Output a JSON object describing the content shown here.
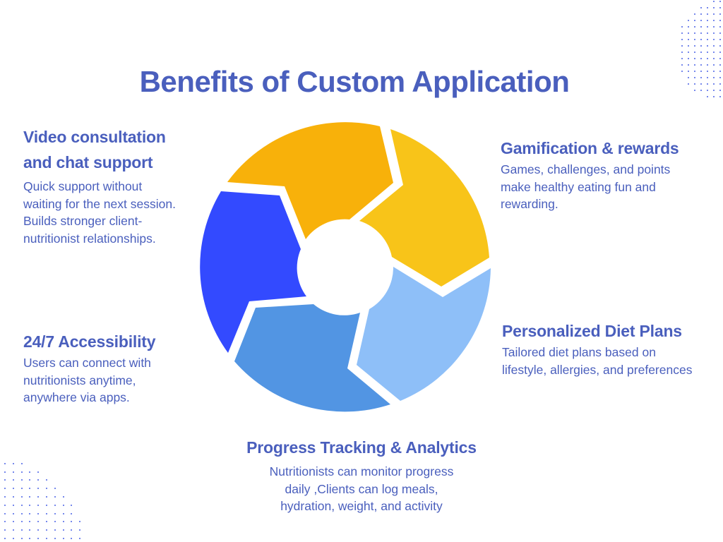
{
  "title": "Benefits of Custom Application",
  "benefits": {
    "video": {
      "heading": [
        "Video consultation",
        "and chat support"
      ],
      "lines": [
        "Quick support without",
        "waiting for the next session.",
        "Builds stronger client-",
        "nutritionist relationships."
      ]
    },
    "gamification": {
      "heading": "Gamification & rewards",
      "lines": [
        "Games, challenges, and points",
        "make healthy eating fun and",
        "rewarding."
      ]
    },
    "diet": {
      "heading": "Personalized Diet Plans",
      "lines": [
        "Tailored diet plans based on",
        "lifestyle, allergies, and preferences"
      ]
    },
    "access": {
      "heading": "24/7 Accessibility",
      "lines": [
        "Users can connect with",
        "nutritionists anytime,",
        "anywhere via apps."
      ]
    },
    "progress": {
      "heading": "Progress Tracking & Analytics",
      "lines": [
        "Nutritionists can monitor progress",
        "daily ,Clients can log meals,",
        "hydration, weight, and activity"
      ]
    }
  },
  "wheel": {
    "segments": [
      {
        "name": "video-consultation",
        "color": "#f8b10a"
      },
      {
        "name": "gamification",
        "color": "#f8c419"
      },
      {
        "name": "personalized-diet",
        "color": "#8ebff8"
      },
      {
        "name": "progress-tracking",
        "color": "#5295e3"
      },
      {
        "name": "accessibility",
        "color": "#334aff"
      }
    ]
  },
  "colors": {
    "text": "#4a5fbd",
    "dots": "#4a63e6"
  }
}
